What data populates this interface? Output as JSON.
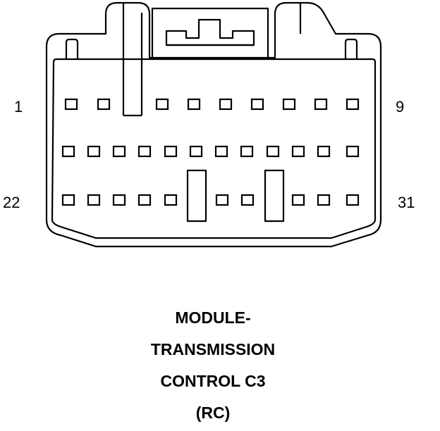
{
  "pin_labels": {
    "top_left": "1",
    "top_right": "9",
    "bottom_left": "22",
    "bottom_right": "31"
  },
  "caption": {
    "line1": "MODULE-",
    "line2": "TRANSMISSION",
    "line3": "CONTROL C3",
    "line4": "(RC)"
  },
  "colors": {
    "stroke": "#000000",
    "background": "#ffffff"
  }
}
